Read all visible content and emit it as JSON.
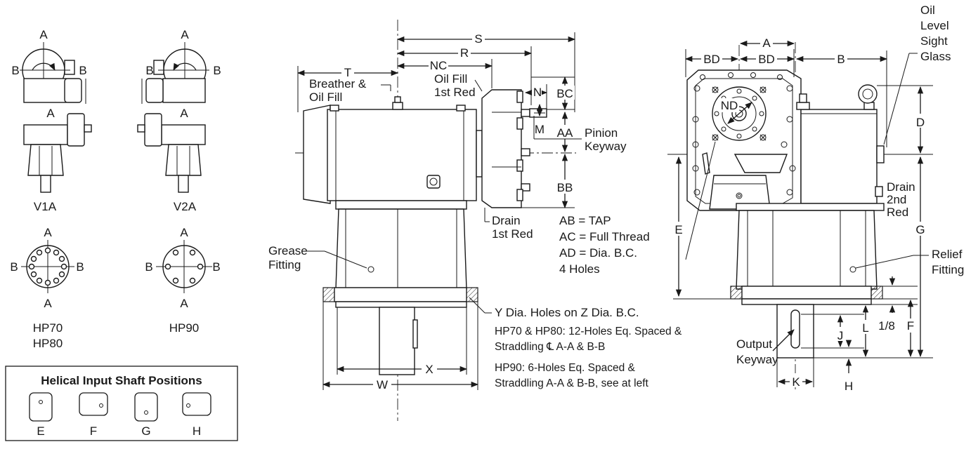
{
  "side_views": {
    "v1a": {
      "top": "A",
      "left": "B",
      "right": "B",
      "mid": "A",
      "name": "V1A"
    },
    "v2a": {
      "top": "A",
      "left": "B",
      "right": "B",
      "mid": "A",
      "name": "V2A"
    },
    "hp70": {
      "top": "A",
      "left": "B",
      "right": "B",
      "bottom": "A",
      "name1": "HP70",
      "name2": "HP80"
    },
    "hp90": {
      "top": "A",
      "left": "B",
      "right": "B",
      "bottom": "A",
      "name": "HP90"
    }
  },
  "positions_box": {
    "title": "Helical Input Shaft Positions",
    "items": [
      "E",
      "F",
      "G",
      "H"
    ]
  },
  "front_view": {
    "dims": {
      "S": "S",
      "R": "R",
      "NC": "NC",
      "T": "T",
      "N": "N",
      "BC": "BC",
      "M": "M",
      "AA": "AA",
      "BB": "BB",
      "W": "W",
      "X": "X"
    },
    "labels": {
      "breather1": "Breather &",
      "breather2": "Oil Fill",
      "oilfill1": "Oil Fill",
      "oilfill2": "1st Red",
      "pinion1": "Pinion",
      "pinion2": "Keyway",
      "drain1": "Drain",
      "drain2": "1st Red",
      "grease1": "Grease",
      "grease2": "Fitting"
    },
    "tap_notes": [
      "AB = TAP",
      "AC = Full Thread",
      "AD = Dia. B.C.",
      "4 Holes"
    ],
    "hole_notes": [
      "Y Dia. Holes on Z Dia. B.C.",
      "HP70 & HP80: 12-Holes Eq. Spaced &",
      "Straddling ℄ A-A & B-B",
      "HP90: 6-Holes Eq. Spaced &",
      "Straddling A-A & B-B, see at left"
    ]
  },
  "end_view": {
    "dims": {
      "A": "A",
      "BD1": "BD",
      "BD2": "BD",
      "B": "B",
      "ND": "ND",
      "D": "D",
      "E": "E",
      "G": "G",
      "F": "F",
      "L": "L",
      "J": "J",
      "K": "K",
      "H": "H",
      "eighth": "1/8"
    },
    "labels": {
      "sight1": "Oil",
      "sight2": "Level",
      "sight3": "Sight",
      "sight4": "Glass",
      "drain1": "Drain",
      "drain2": "2nd",
      "drain3": "Red",
      "relief1": "Relief",
      "relief2": "Fitting",
      "output1": "Output",
      "output2": "Keyway"
    }
  }
}
